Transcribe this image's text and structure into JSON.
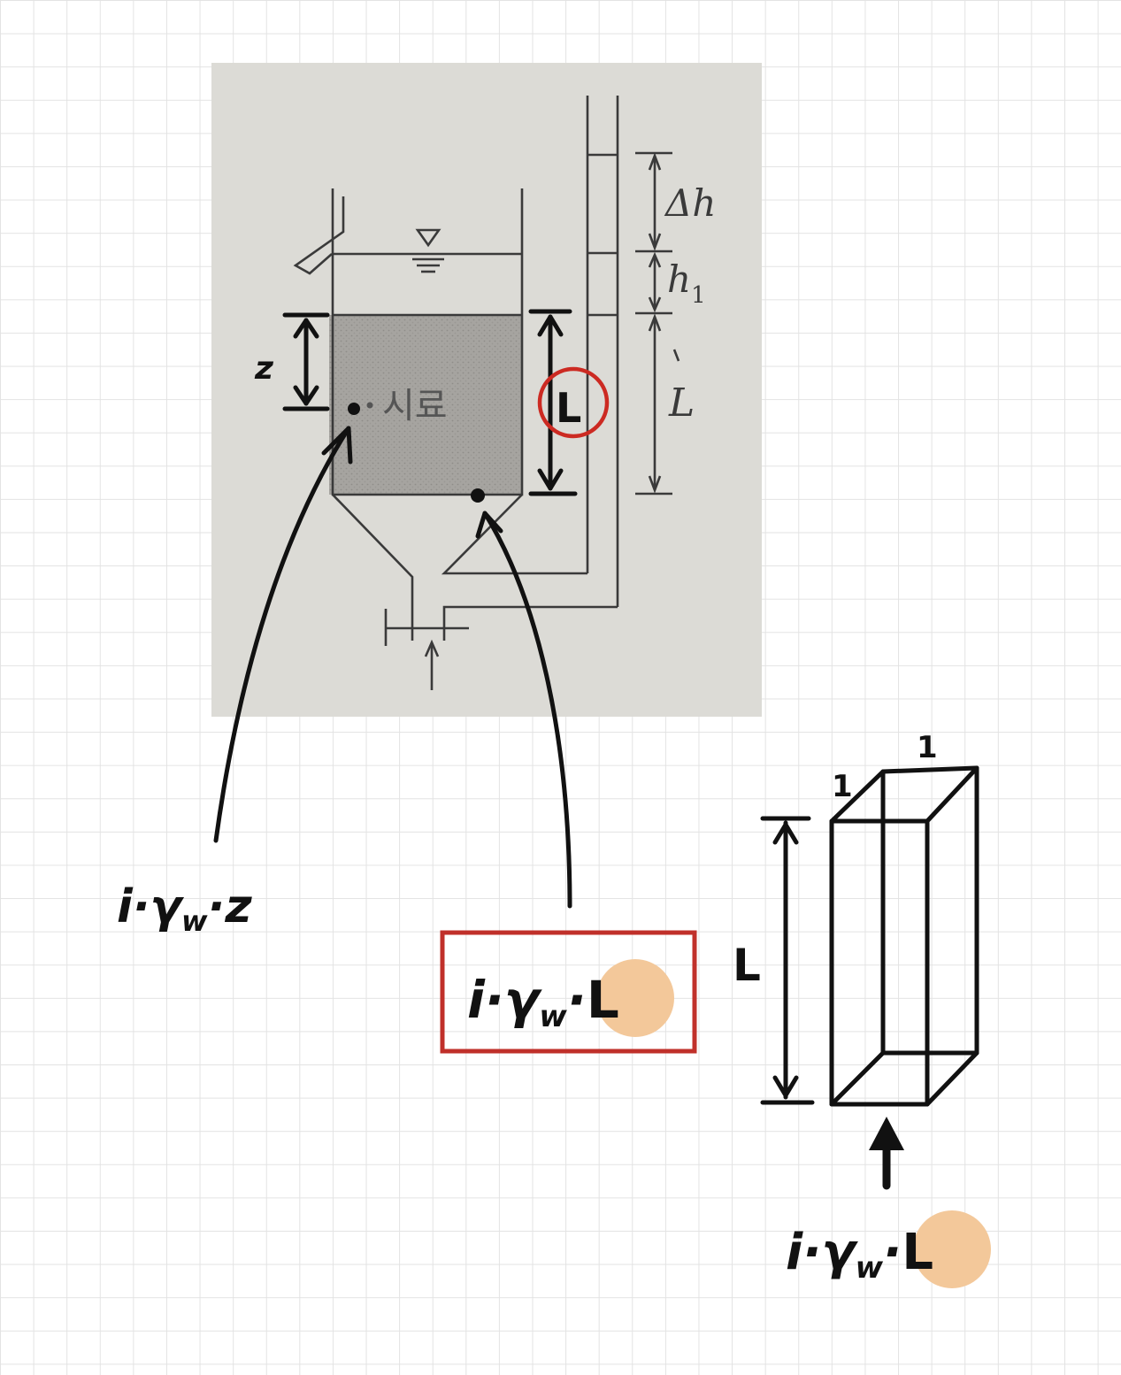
{
  "photo": {
    "label_delta_h": "Δh",
    "label_h1": "h",
    "label_h1_sub": "1",
    "label_L": "L",
    "sample_label": "시료"
  },
  "annotations": {
    "z_label": "z",
    "L_circled": "L",
    "circle_color": "#cc2a22",
    "highlight_color": "#f3c89a"
  },
  "formulas": {
    "left_prefix": "i·γ",
    "left_sub": "w",
    "left_tail": "·z",
    "boxed_prefix": "i·γ",
    "boxed_sub": "w",
    "boxed_dot": "·",
    "boxed_L": "L",
    "box_color": "#c0302a"
  },
  "column": {
    "top_dim_1": "1",
    "top_dim_2": "1",
    "height_label": "L",
    "force_prefix": "i·γ",
    "force_sub": "w",
    "force_dot": "·",
    "force_L": "L"
  }
}
